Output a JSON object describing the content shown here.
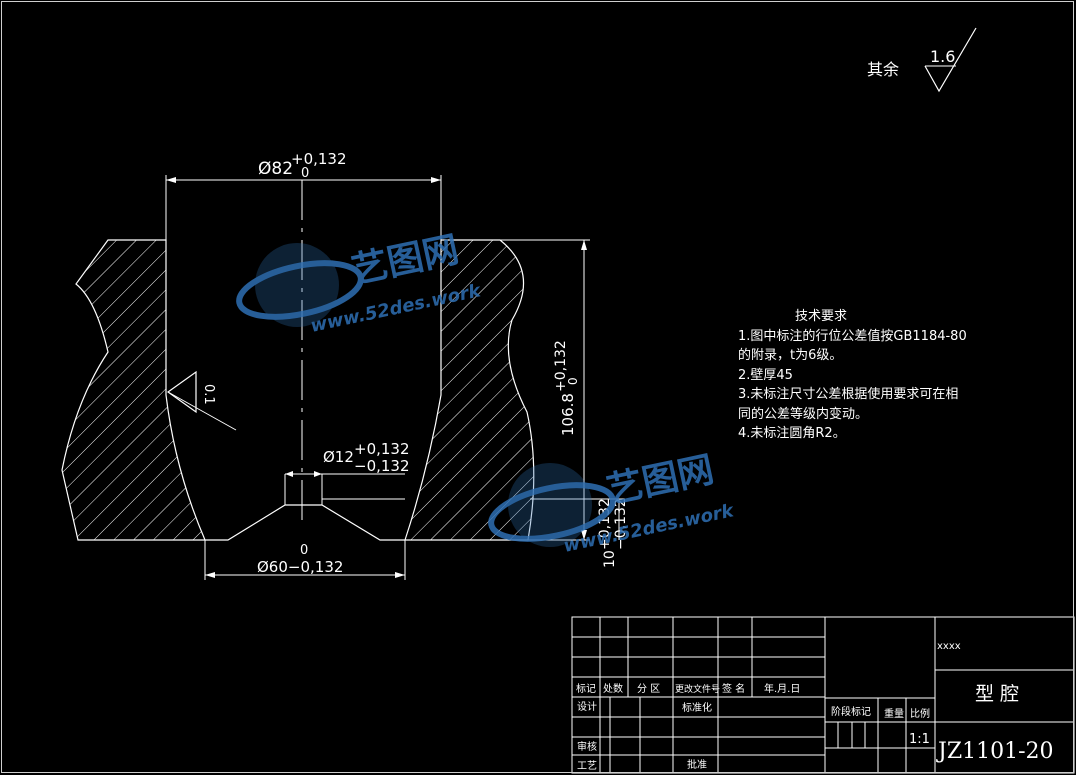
{
  "roughness": {
    "label": "其余",
    "value": "1.6"
  },
  "dimensions": {
    "top_diameter": {
      "main": "Ø82",
      "upper": "+0,132",
      "lower": "0"
    },
    "height": {
      "main": "106.8",
      "upper": "+0,132",
      "lower": "0"
    },
    "bore": {
      "main": "Ø12",
      "upper": "+0,132",
      "lower": "−0,132"
    },
    "bottom_diameter": {
      "main": "Ø60−0,132",
      "upper": "0"
    },
    "bottom_height": {
      "main": "10",
      "upper": "+0,132",
      "lower": "−0,132"
    },
    "flatness": "0.1"
  },
  "tech_requirements": {
    "title": "技术要求",
    "lines": [
      "1.图中标注的行位公差值按GB1184-80",
      "的附录，t为6级。",
      "2.壁厚45",
      "3.未标注尺寸公差根据使用要求可在相",
      "同的公差等级内变动。",
      "4.未标注圆角R2。"
    ]
  },
  "title_block": {
    "header_labels": [
      "标记",
      "处数",
      "分 区",
      "更改文件号",
      "签 名",
      "年.月.日"
    ],
    "design": "设计",
    "standard": "标准化",
    "check": "审核",
    "process": "工艺",
    "approve": "批准",
    "stage_mark": "阶段标记",
    "weight": "重量",
    "scale_label": "比例",
    "scale": "1:1",
    "company": "xxxx",
    "part_name": "型   腔",
    "drawing_no": "JZ1101-20"
  },
  "watermark": {
    "brand": "艺图网",
    "url": "www.52des.work"
  },
  "colors": {
    "background": "#000000",
    "lines": "#ffffff",
    "watermark_blue": "#2e6fb3"
  }
}
